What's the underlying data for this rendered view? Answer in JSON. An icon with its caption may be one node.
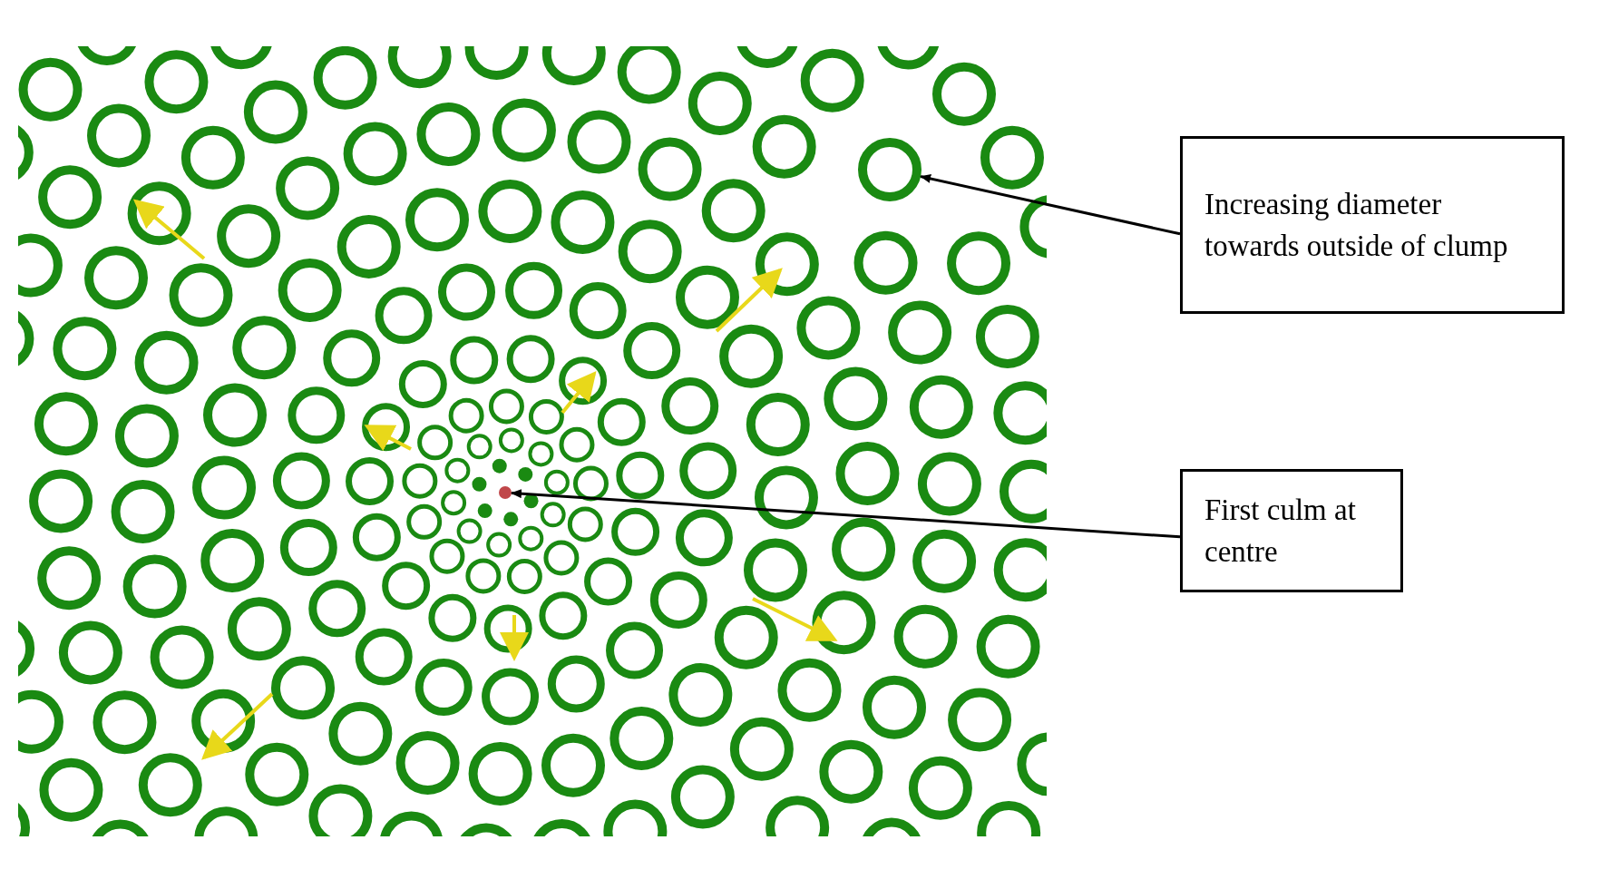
{
  "diagram": {
    "nodes": [
      {
        "text": [
          "Increasing diameter towards outside of clump"
        ]
      },
      {
        "text": [
          "First culm at centre"
        ]
      },
      {
        "text": [],
        "shape": "circle"
      },
      {
        "text": [],
        "shape": "circle"
      }
    ],
    "edges": [
      {
        "from": 0,
        "to": 2,
        "arrow": "to"
      },
      {
        "from": 1,
        "to": 3,
        "arrow": "to"
      }
    ]
  }
}
